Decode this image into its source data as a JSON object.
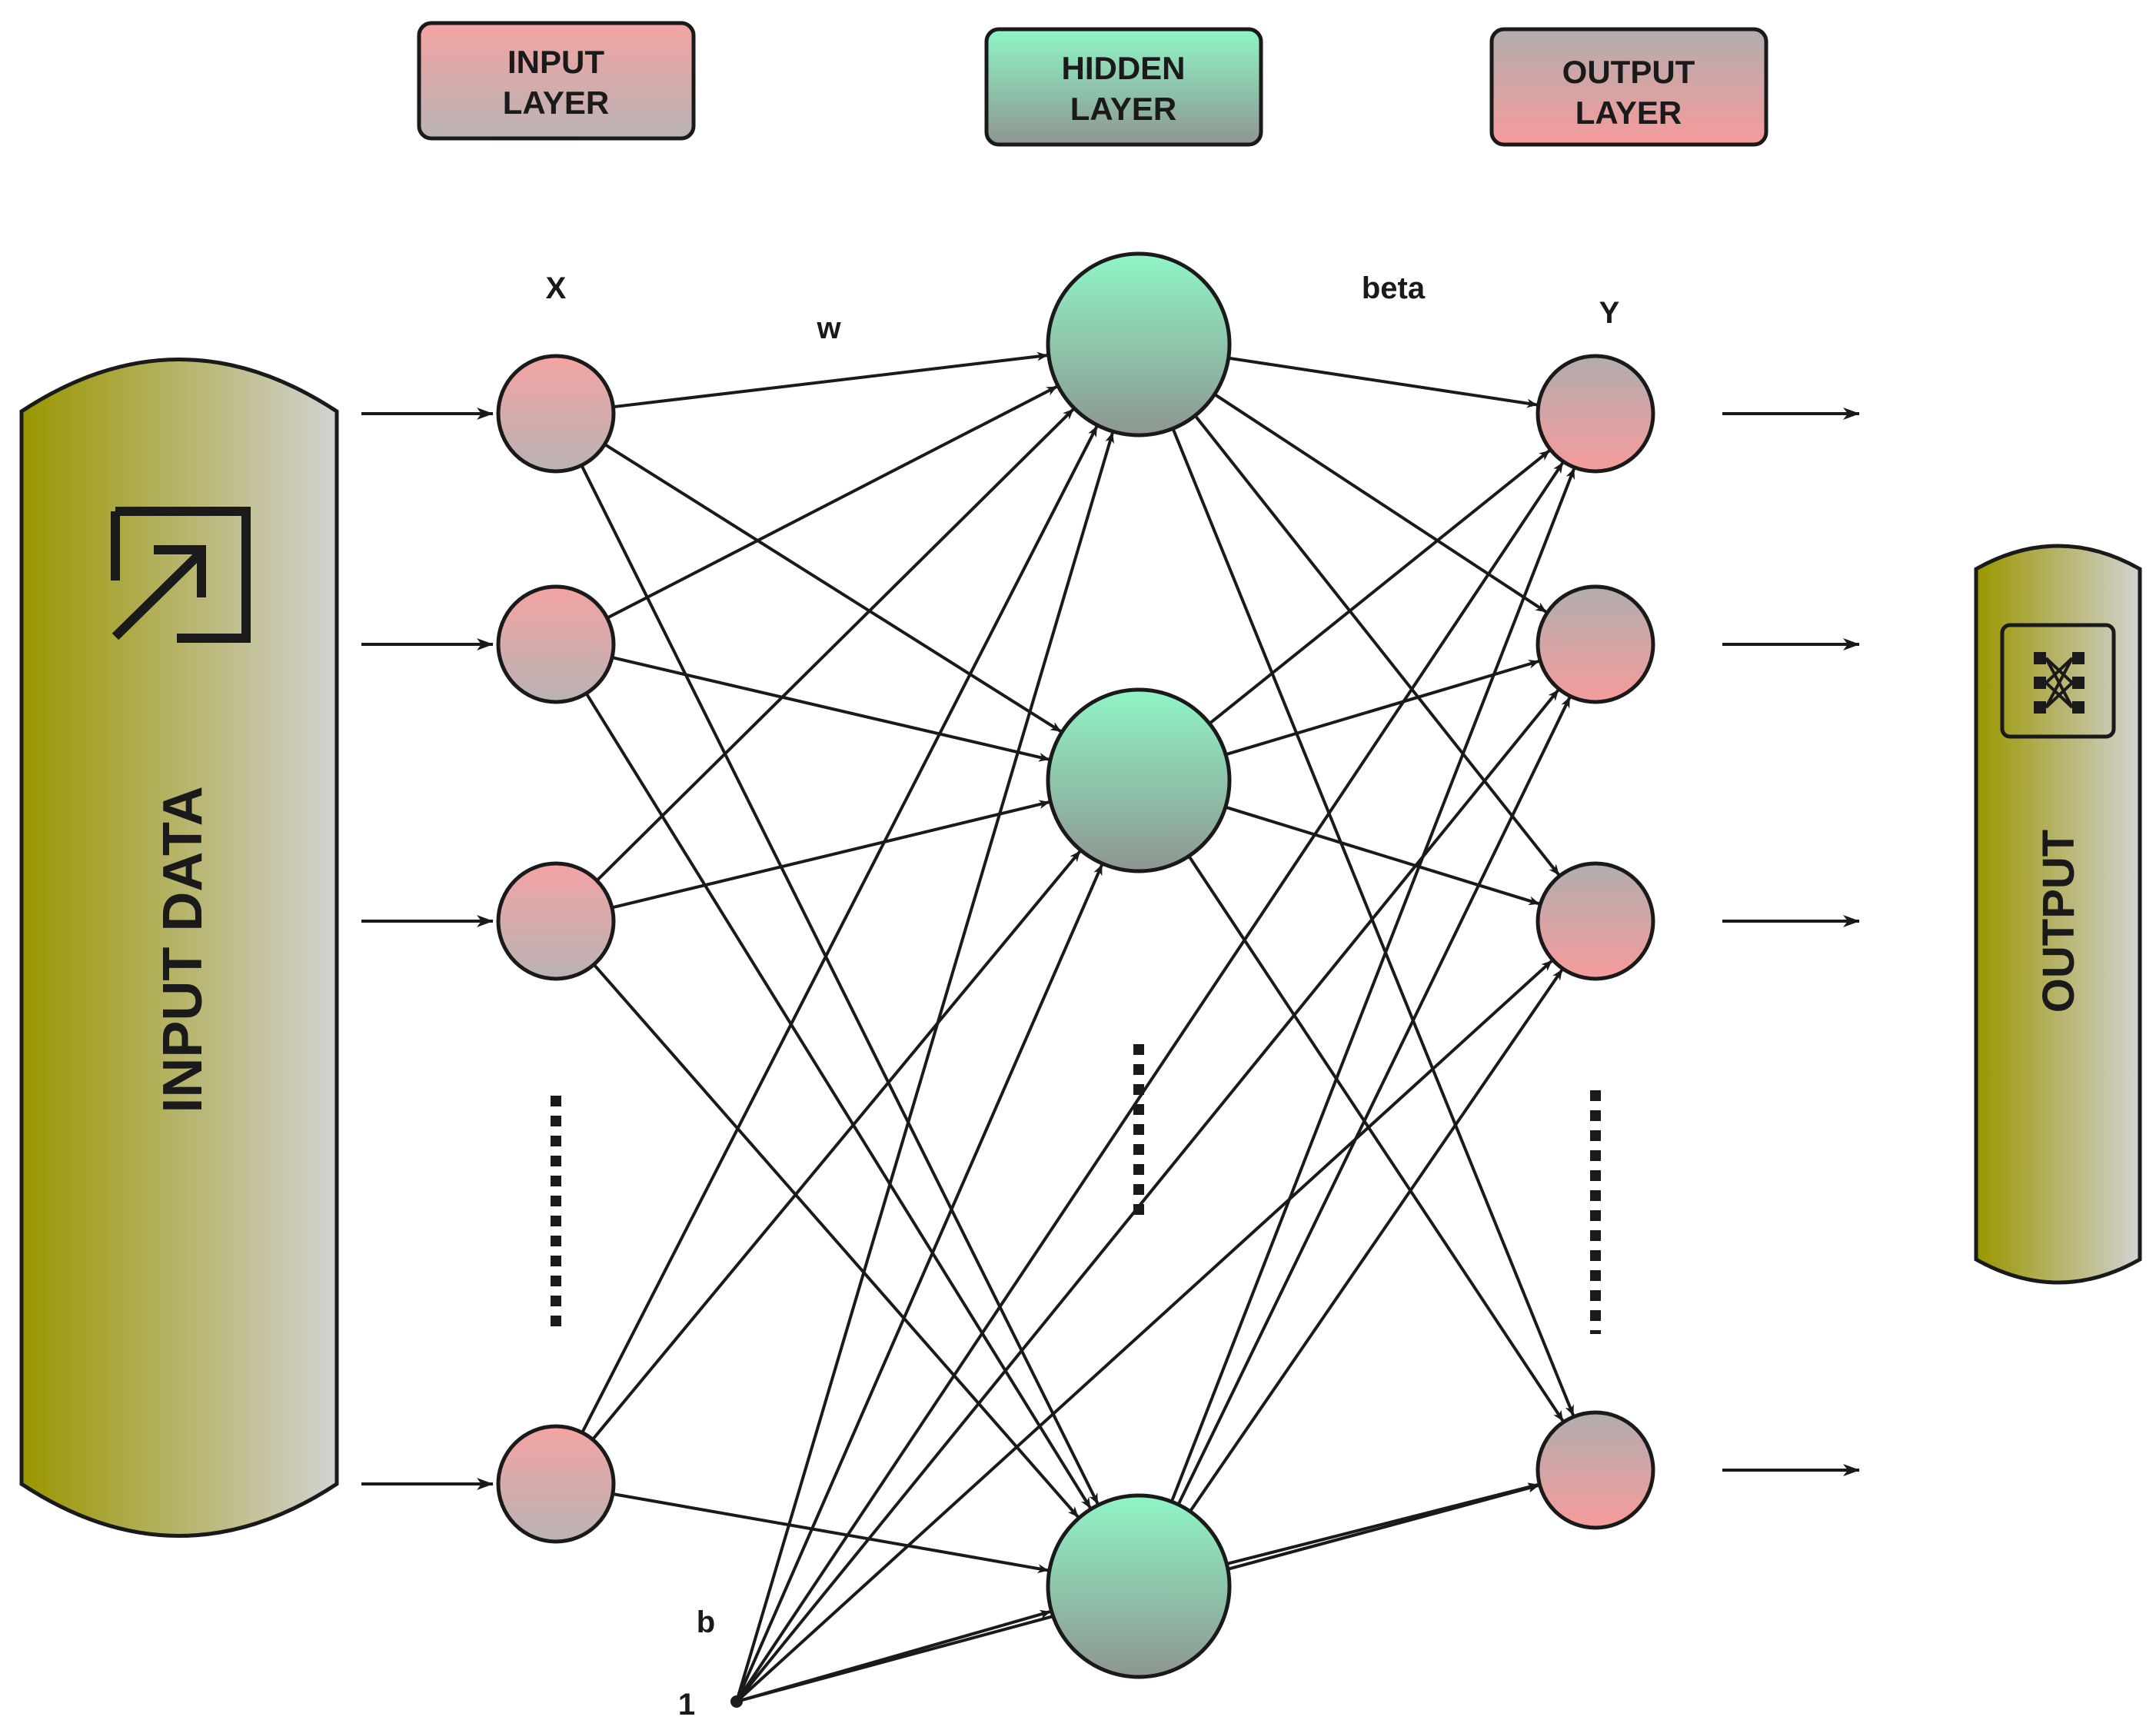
{
  "legend": {
    "input": [
      "INPUT",
      "LAYER"
    ],
    "hidden": [
      "HIDDEN",
      "LAYER"
    ],
    "output": [
      "OUTPUT",
      "LAYER"
    ]
  },
  "labels": {
    "x": "X",
    "w": "w",
    "beta": "beta",
    "y": "Y",
    "b": "b",
    "one": "1"
  },
  "input_data": {
    "label": "INPUT DATA",
    "icon": "import-arrow-icon"
  },
  "output_panel": {
    "label": "OUTPUT",
    "icon": "network-icon"
  },
  "colors": {
    "input_node_top": "#f4a3a3",
    "input_node_bottom": "#b9b3b3",
    "hidden_node_top": "#8ff5c6",
    "hidden_node_bottom": "#8e9690",
    "output_node_top": "#b2adad",
    "output_node_bottom": "#f69b9b",
    "cylinder_left": "#9a9600",
    "cylinder_right": "#cfcfcf",
    "stroke": "#1a1a1a"
  }
}
